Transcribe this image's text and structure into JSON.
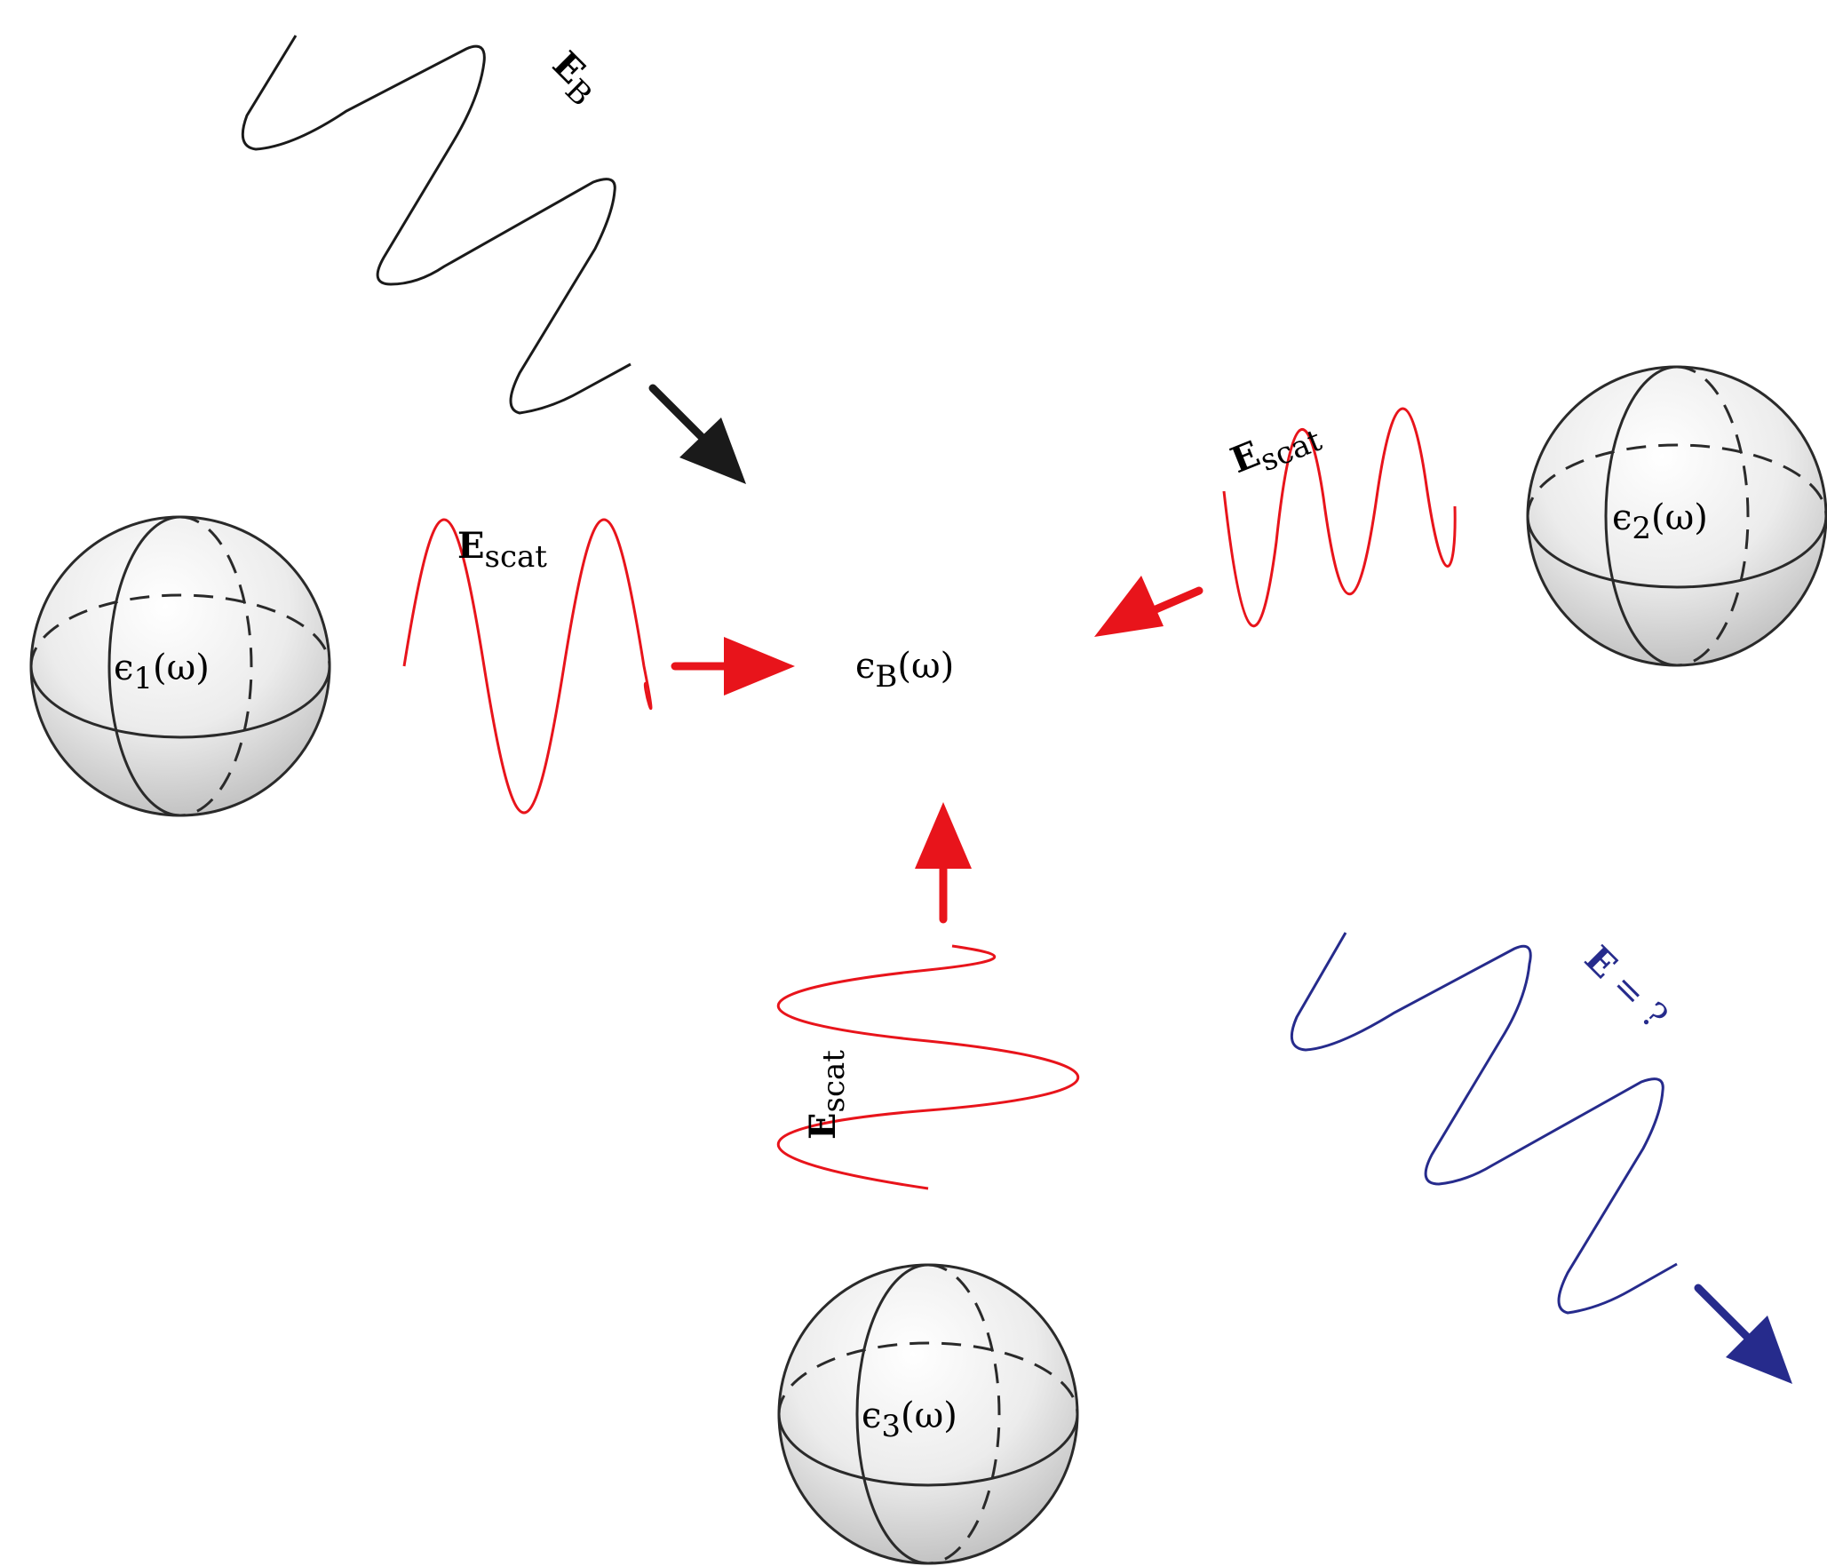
{
  "spheres": [
    {
      "id": "sphere-1",
      "symbol": "ϵ",
      "index": "1",
      "arg": "(ω)"
    },
    {
      "id": "sphere-2",
      "symbol": "ϵ",
      "index": "2",
      "arg": "(ω)"
    },
    {
      "id": "sphere-3",
      "symbol": "ϵ",
      "index": "3",
      "arg": "(ω)"
    }
  ],
  "background_medium": {
    "symbol": "ϵ",
    "index": "B",
    "arg": "(ω)"
  },
  "incident_wave": {
    "symbol": "E",
    "subscript": "B",
    "color": "#1a1a1a"
  },
  "scattered_waves": [
    {
      "symbol": "E",
      "subscript": "scat",
      "color": "#e8141b"
    },
    {
      "symbol": "E",
      "subscript": "scat",
      "color": "#e8141b"
    },
    {
      "symbol": "E",
      "subscript": "scat",
      "color": "#e8141b"
    }
  ],
  "outgoing_wave": {
    "symbol": "E",
    "suffix": " = ?",
    "color": "#262b8c"
  },
  "colors": {
    "incident": "#1a1a1a",
    "scattered": "#e8141b",
    "outgoing": "#262b8c",
    "sphere_stroke": "#2a2a2a"
  }
}
